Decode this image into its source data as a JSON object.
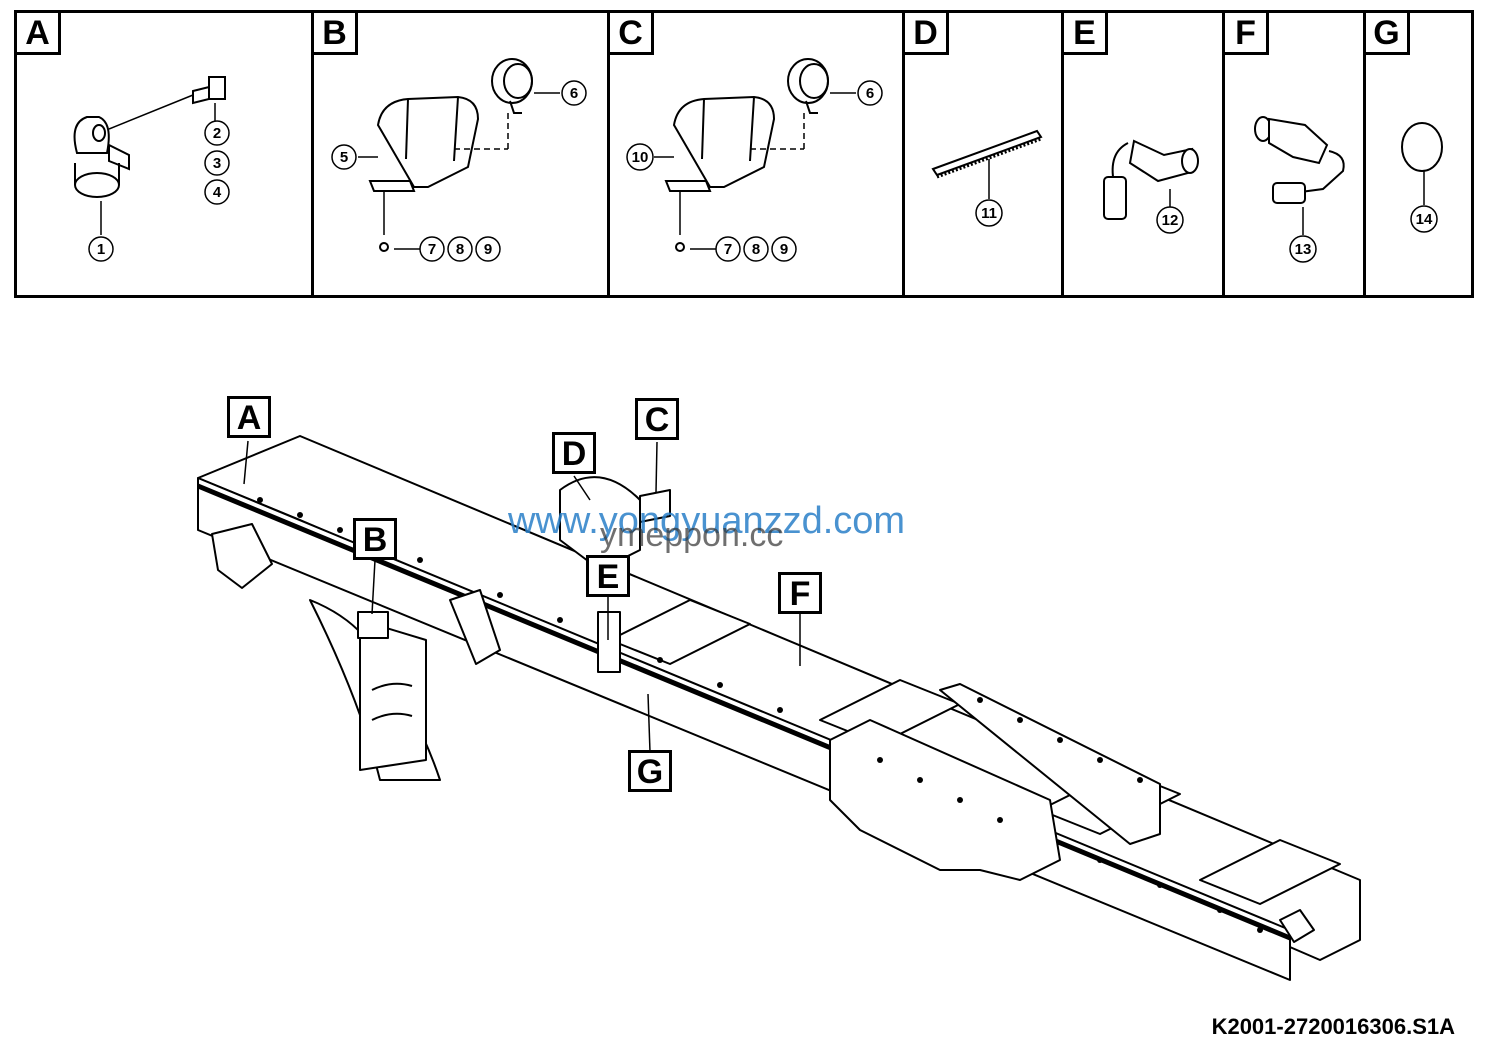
{
  "panels": [
    {
      "letter": "A",
      "callouts": [
        "1",
        "2",
        "3",
        "4"
      ]
    },
    {
      "letter": "B",
      "callouts": [
        "5",
        "6",
        "7",
        "8",
        "9"
      ]
    },
    {
      "letter": "C",
      "callouts": [
        "10",
        "6",
        "7",
        "8",
        "9"
      ]
    },
    {
      "letter": "D",
      "callouts": [
        "11"
      ]
    },
    {
      "letter": "E",
      "callouts": [
        "12"
      ]
    },
    {
      "letter": "F",
      "callouts": [
        "13"
      ]
    },
    {
      "letter": "G",
      "callouts": [
        "14"
      ]
    }
  ],
  "location_labels": [
    "A",
    "B",
    "C",
    "D",
    "E",
    "F",
    "G"
  ],
  "watermarks": [
    "www.yongyuanzzd.com",
    "ymeppon.cc"
  ],
  "drawing_id": "K2001-2720016306.S1A",
  "colors": {
    "line": "#000000",
    "watermark": "#2a7fc8"
  }
}
